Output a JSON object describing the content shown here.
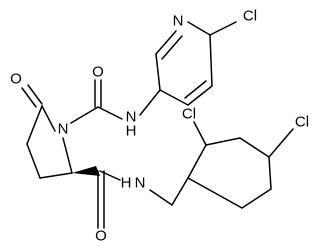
{
  "atoms": {
    "n_pyridine": "N",
    "cl_pyridine": "Cl",
    "o_upper_amide": "O",
    "nh_upper": "N",
    "h_upper": "H",
    "o_lactam": "O",
    "n_pyrrolidine": "N",
    "cl_ortho": "Cl",
    "cl_para": "Cl",
    "nh_lower": "N",
    "h_lower": "H",
    "o_lower_amide": "O"
  }
}
